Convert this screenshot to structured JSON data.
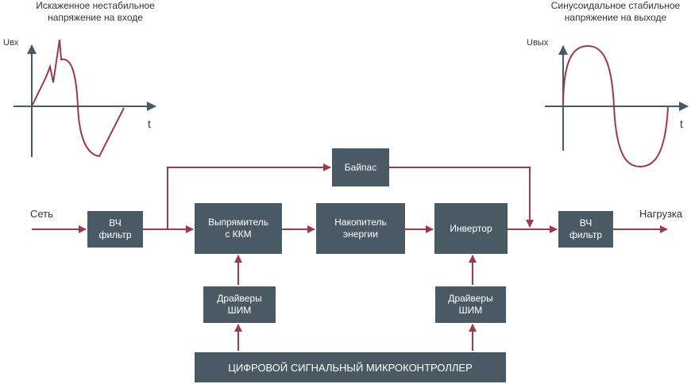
{
  "colors": {
    "box": "#4a5a64",
    "arrow": "#9b3a48",
    "axis": "#4a5a64"
  },
  "captions": {
    "input": "Искаженное нестабильное\nнапряжение на входе",
    "output": "Синусоидальное стабильное\nнапряжение на выходе"
  },
  "axes": {
    "input_y": "Uвх",
    "input_x": "t",
    "output_y": "Uвых",
    "output_x": "t"
  },
  "labels": {
    "network": "Сеть",
    "load": "Нагрузка"
  },
  "blocks": {
    "hf_filter_in": "ВЧ\nфильтр",
    "rectifier": "Выпрямитель\nс ККМ",
    "storage": "Накопитель\nэнергии",
    "inverter": "Инвертор",
    "hf_filter_out": "ВЧ\nфильтр",
    "bypass": "Байпас",
    "pwm_left": "Драйверы\nШИМ",
    "pwm_right": "Драйверы\nШИМ",
    "dsp": "ЦИФРОВОЙ СИГНАЛЬНЫЙ МИКРОКОНТРОЛЛЕР"
  }
}
